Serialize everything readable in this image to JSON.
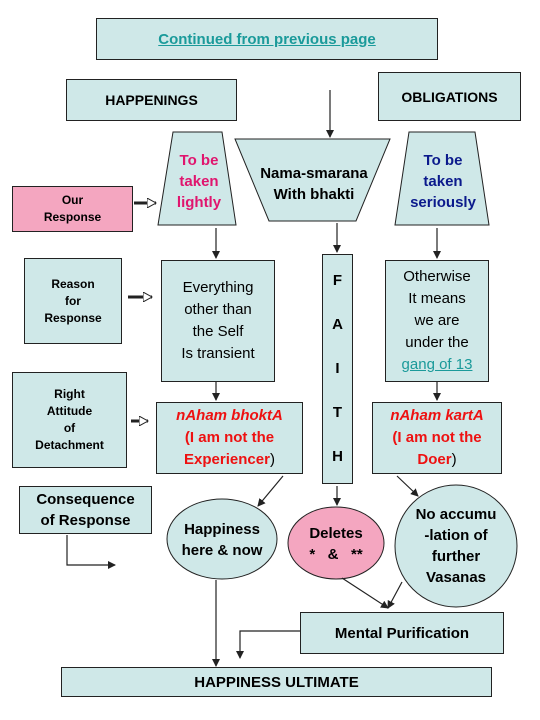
{
  "header": {
    "continued": "Continued from previous page"
  },
  "columns": {
    "happenings": "HAPPENINGS",
    "obligations": "OBLIGATIONS"
  },
  "top": {
    "happenings_line1": "To be",
    "happenings_line2": "taken",
    "happenings_line3": "lightly",
    "center_line1": "Nama-smarana",
    "center_line2": "With bhakti",
    "obligations_line1": "To be",
    "obligations_line2": "taken",
    "obligations_line3": "seriously"
  },
  "rows": {
    "our_response_line1": "Our",
    "our_response_line2": "Response",
    "reason_line1": "Reason",
    "reason_line2": "for",
    "reason_line3": "Response",
    "attitude_line1": "Right",
    "attitude_line2": "Attitude",
    "attitude_line3": "of",
    "attitude_line4": "Detachment",
    "consequence_line1": "Consequence",
    "consequence_line2": "of Response"
  },
  "left_reason": {
    "line1": "Everything",
    "line2": "other than",
    "line3": "the Self",
    "line4": "Is transient"
  },
  "right_reason": {
    "line1": "Otherwise",
    "line2": "It means",
    "line3": "we are",
    "line4": "under the",
    "link": "gang of 13"
  },
  "left_attitude": {
    "line1": "nAham bhoktA",
    "line2": "(I am not the",
    "line3": "Experiencer",
    "close": ")"
  },
  "right_attitude": {
    "line1": "nAham kartA",
    "line2": "(I am not the",
    "line3": "Doer",
    "close": ")"
  },
  "faith_letters": [
    "F",
    "A",
    "I",
    "T",
    "H"
  ],
  "results": {
    "happiness_line1": "Happiness",
    "happiness_line2": "here & now",
    "deletes_line1": "Deletes",
    "deletes_line2": "*   &   **",
    "no_accum_line1": "No accumu",
    "no_accum_line2": "-lation of",
    "no_accum_line3": "further",
    "no_accum_line4": "Vasanas"
  },
  "bottom": {
    "purification": "Mental Purification",
    "ultimate": "HAPPINESS ULTIMATE"
  },
  "colors": {
    "box_fill": "#cfe8e8",
    "pink_fill": "#f4a6c0",
    "magenta_text": "#e0156e",
    "navy_text": "#0b1a8c",
    "red_text": "#ee1111",
    "link_teal": "#1a9a9a"
  }
}
